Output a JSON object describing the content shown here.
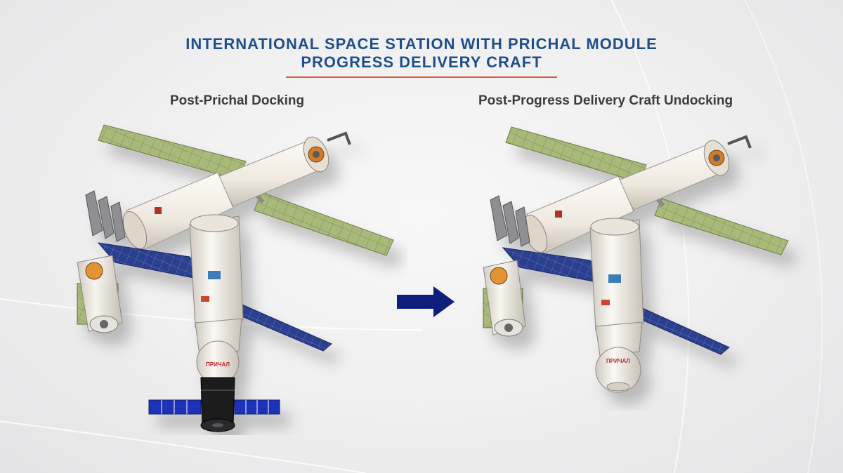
{
  "title": {
    "line1": "INTERNATIONAL SPACE STATION WITH PRICHAL MODULE",
    "line2": "PROGRESS DELIVERY CRAFT"
  },
  "panels": [
    {
      "label": "Post-Prichal Docking"
    },
    {
      "label": "Post-Progress Delivery Craft Undocking"
    }
  ],
  "module_markings": {
    "prichal": "ПРИЧАЛ"
  },
  "colors": {
    "title": "#1f4e8c",
    "underline": "#e2553a",
    "arrow": "#0d1f7a",
    "solar_green": "#a8b97a",
    "solar_blue": "#2c3f8e",
    "progress_panels": "#1d33b8",
    "module_body": "#f4f0ea"
  }
}
